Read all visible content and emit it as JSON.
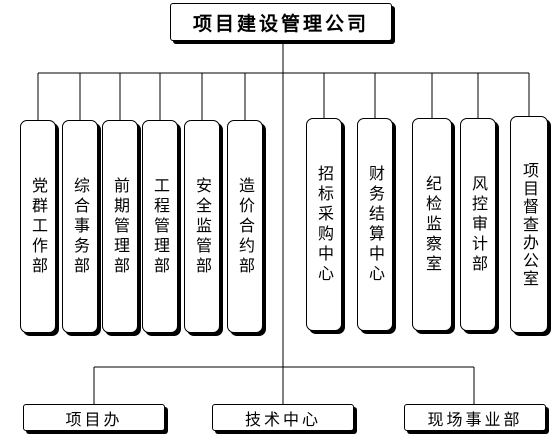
{
  "root": {
    "label": "项目建设管理公司"
  },
  "departments": [
    {
      "label": "党群工作部"
    },
    {
      "label": "综合事务部"
    },
    {
      "label": "前期管理部"
    },
    {
      "label": "工程管理部"
    },
    {
      "label": "安全监管部"
    },
    {
      "label": "造价合约部"
    },
    {
      "label": "招标采购中心"
    },
    {
      "label": "财务结算中心"
    },
    {
      "label": "纪检监察室"
    },
    {
      "label": "风控审计部"
    },
    {
      "label": "项目督查办公室"
    }
  ],
  "units": [
    {
      "label": "项目办"
    },
    {
      "label": "技术中心"
    },
    {
      "label": "现场事业部"
    }
  ]
}
